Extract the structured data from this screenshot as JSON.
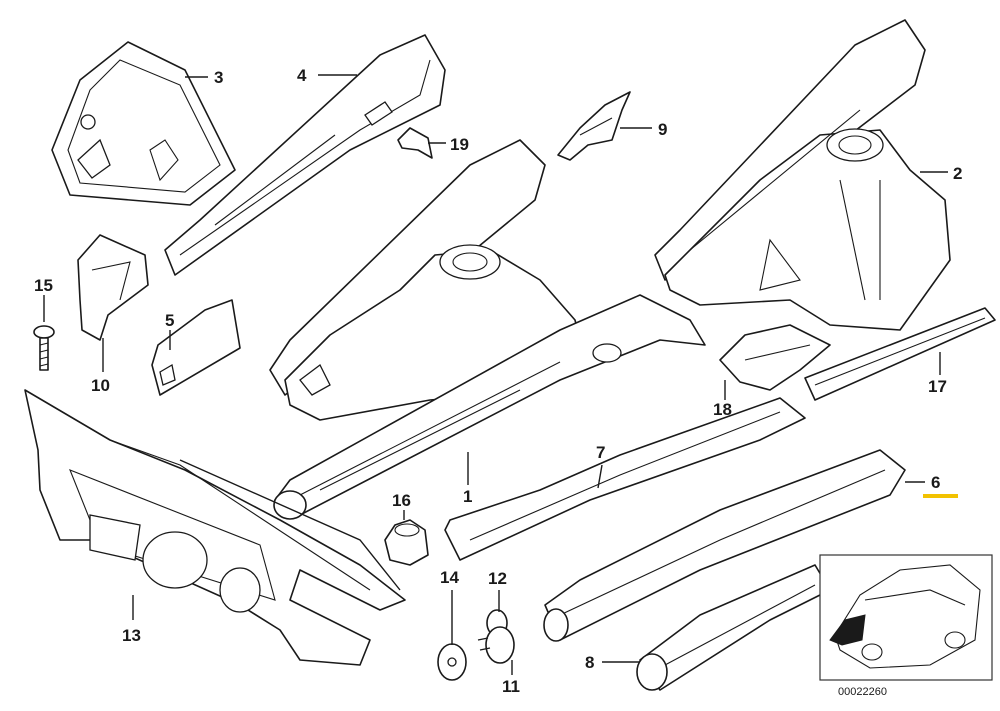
{
  "callouts": [
    {
      "id": "3",
      "label": "3"
    },
    {
      "id": "4",
      "label": "4"
    },
    {
      "id": "19",
      "label": "19"
    },
    {
      "id": "9",
      "label": "9"
    },
    {
      "id": "2",
      "label": "2"
    },
    {
      "id": "15",
      "label": "15"
    },
    {
      "id": "5",
      "label": "5"
    },
    {
      "id": "10",
      "label": "10"
    },
    {
      "id": "18",
      "label": "18"
    },
    {
      "id": "17",
      "label": "17"
    },
    {
      "id": "16",
      "label": "16"
    },
    {
      "id": "1",
      "label": "1"
    },
    {
      "id": "7",
      "label": "7"
    },
    {
      "id": "6",
      "label": "6"
    },
    {
      "id": "14",
      "label": "14"
    },
    {
      "id": "12",
      "label": "12"
    },
    {
      "id": "11",
      "label": "11"
    },
    {
      "id": "8",
      "label": "8"
    },
    {
      "id": "13",
      "label": "13"
    }
  ],
  "diagram_number": "00022260",
  "highlight": {
    "label": "6",
    "color": "#f2c200"
  },
  "colors": {
    "line": "#1a1a1a",
    "background": "#ffffff"
  }
}
